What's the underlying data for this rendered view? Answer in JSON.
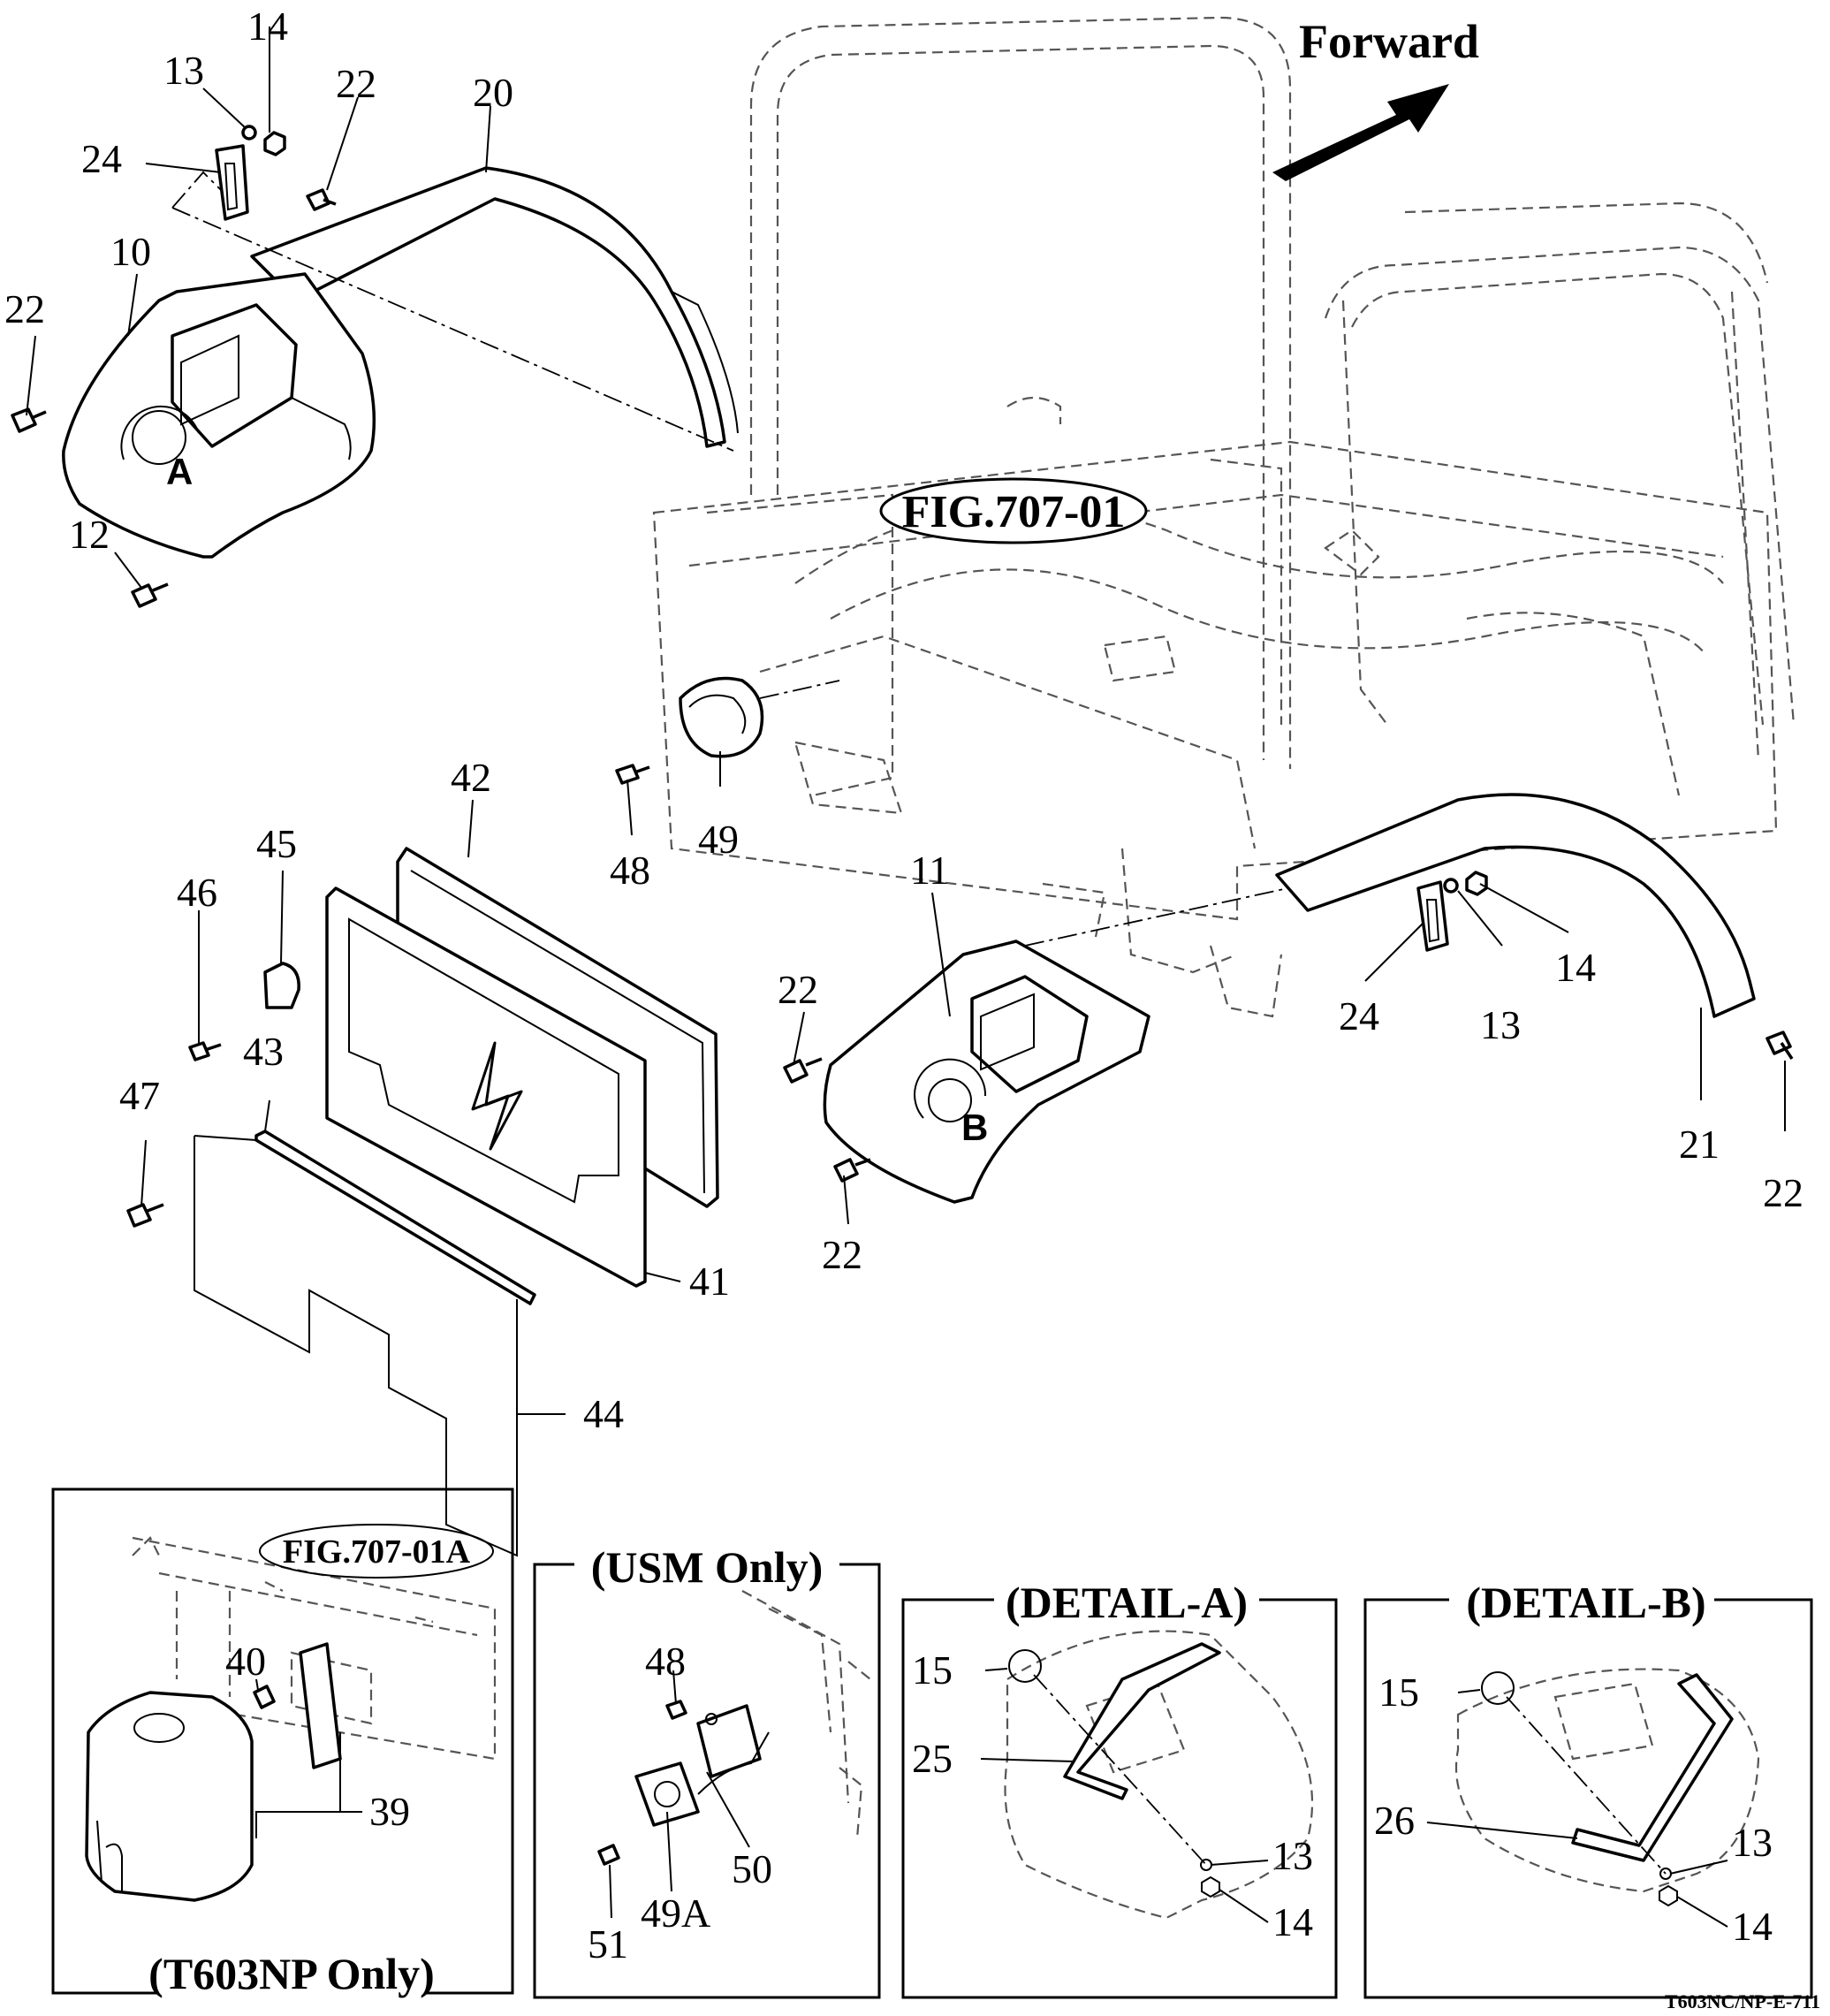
{
  "direction": {
    "text": "Forward"
  },
  "figure_refs": {
    "main": "FIG.707-01",
    "inset": "FIG.707-01A"
  },
  "detail_letters": {
    "a": "A",
    "b": "B"
  },
  "callouts": {
    "c10": "10",
    "c11": "11",
    "c12": "12",
    "c13a": "13",
    "c13b": "13",
    "c14a": "14",
    "c14b": "14",
    "c20": "20",
    "c21": "21",
    "c22a": "22",
    "c22b": "22",
    "c22c": "22",
    "c22d": "22",
    "c22e": "22",
    "c24a": "24",
    "c24b": "24",
    "c41": "41",
    "c42": "42",
    "c43": "43",
    "c44": "44",
    "c45": "45",
    "c46": "46",
    "c47": "47",
    "c48": "48",
    "c49": "49"
  },
  "insets": {
    "t603np": {
      "title": "(T603NP Only)",
      "c40": "40",
      "c39": "39"
    },
    "usm": {
      "title": "(USM Only)",
      "c48": "48",
      "c49a": "49A",
      "c50": "50",
      "c51": "51"
    },
    "detail_a": {
      "title": "(DETAIL-A)",
      "c15": "15",
      "c25": "25",
      "c13": "13",
      "c14": "14"
    },
    "detail_b": {
      "title": "(DETAIL-B)",
      "c15": "15",
      "c26": "26",
      "c13": "13",
      "c14": "14"
    }
  },
  "drawing_code": "T603NC/NP-E-711"
}
